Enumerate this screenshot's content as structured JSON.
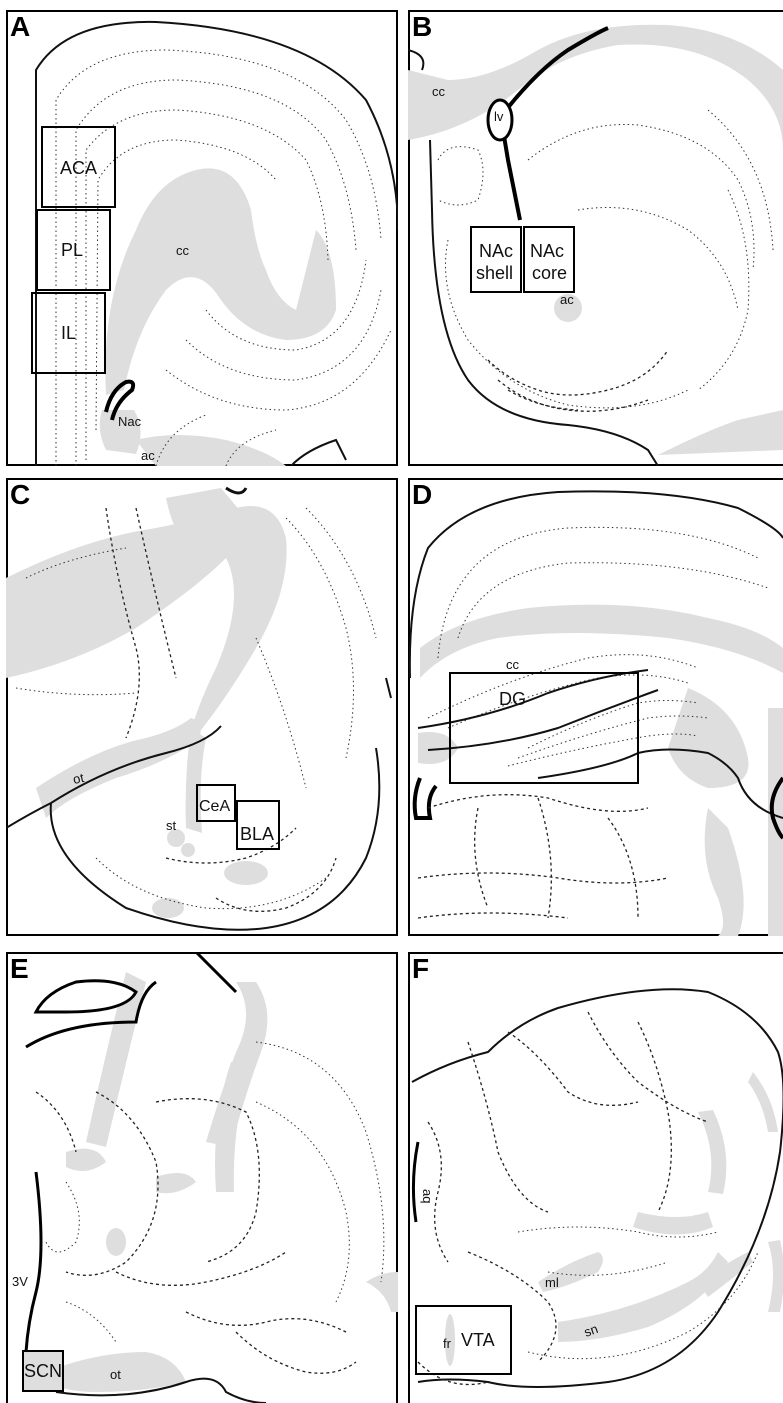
{
  "panels": {
    "A": {
      "letter": "A",
      "regions": {
        "aca": "ACA",
        "pl": "PL",
        "il": "IL"
      },
      "structures": {
        "cc": "cc",
        "nac": "Nac",
        "ac": "ac"
      }
    },
    "B": {
      "letter": "B",
      "regions": {
        "nac_shell_line1": "NAc",
        "nac_shell_line2": "shell",
        "nac_core_line1": "NAc",
        "nac_core_line2": "core"
      },
      "structures": {
        "cc": "cc",
        "lv": "lv",
        "ac": "ac"
      }
    },
    "C": {
      "letter": "C",
      "regions": {
        "cea": "CeA",
        "bla": "BLA"
      },
      "structures": {
        "ot": "ot",
        "st": "st"
      }
    },
    "D": {
      "letter": "D",
      "regions": {
        "dg": "DG"
      },
      "structures": {
        "cc": "cc"
      }
    },
    "E": {
      "letter": "E",
      "regions": {
        "scn": "SCN"
      },
      "structures": {
        "v3": "3V",
        "ot": "ot"
      }
    },
    "F": {
      "letter": "F",
      "regions": {
        "vta": "VTA"
      },
      "structures": {
        "aq": "aq",
        "fr": "fr",
        "ml": "ml",
        "sn": "sn"
      }
    }
  }
}
